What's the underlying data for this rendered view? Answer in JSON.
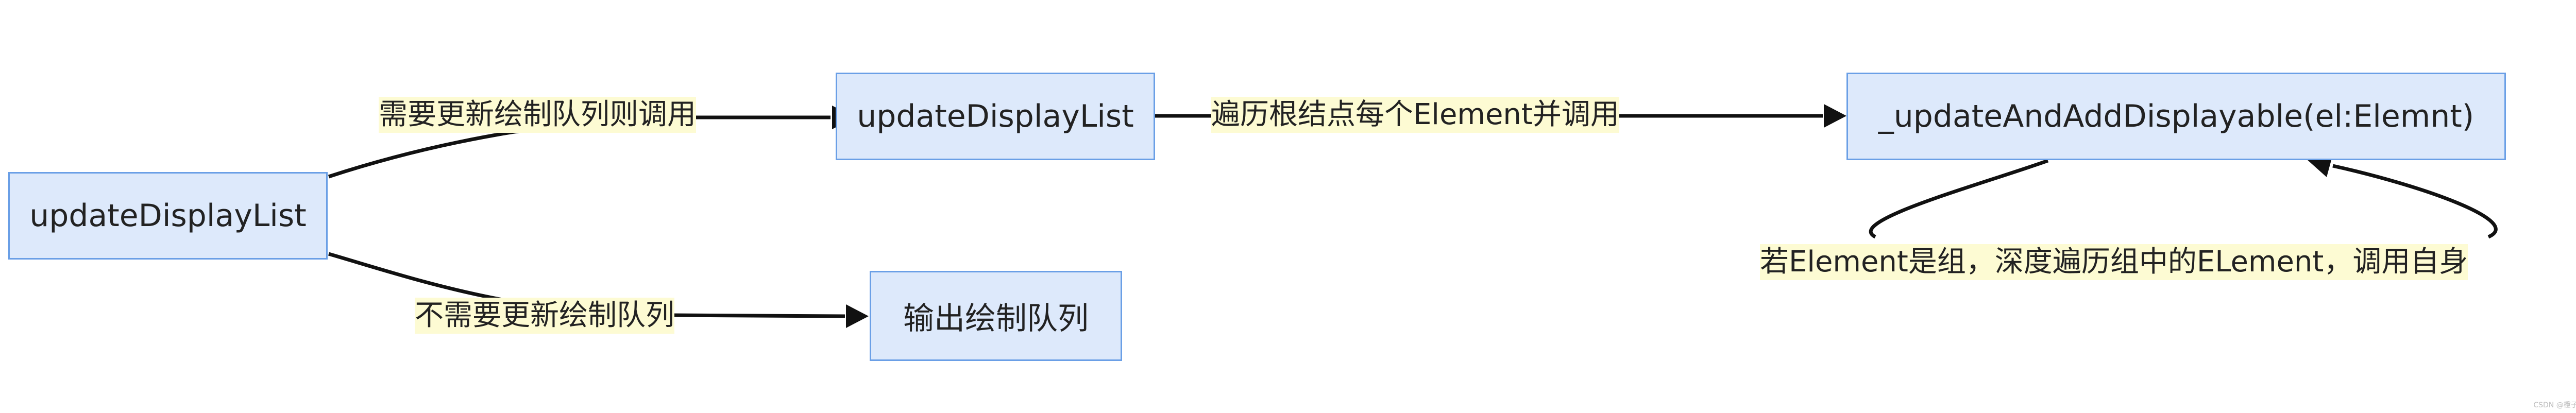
{
  "nodes": {
    "root": "updateDisplayList",
    "update": "updateDisplayList",
    "output": "输出绘制队列",
    "add_displayable": "_updateAndAddDisplayable(el:Elemnt)"
  },
  "edges": {
    "needs_update": "需要更新绘制队列则调用",
    "no_update": "不需要更新绘制队列",
    "traverse_root": "遍历根结点每个Element并调用",
    "recursive_group": "若Element是组，深度遍历组中的ELement，调用自身"
  },
  "colors": {
    "node_fill": "#dde9fb",
    "node_border": "#6a9fe6",
    "label_background": "#fdfbd3",
    "edge": "#111111"
  },
  "watermark": "CSDN @橙子Yuan"
}
